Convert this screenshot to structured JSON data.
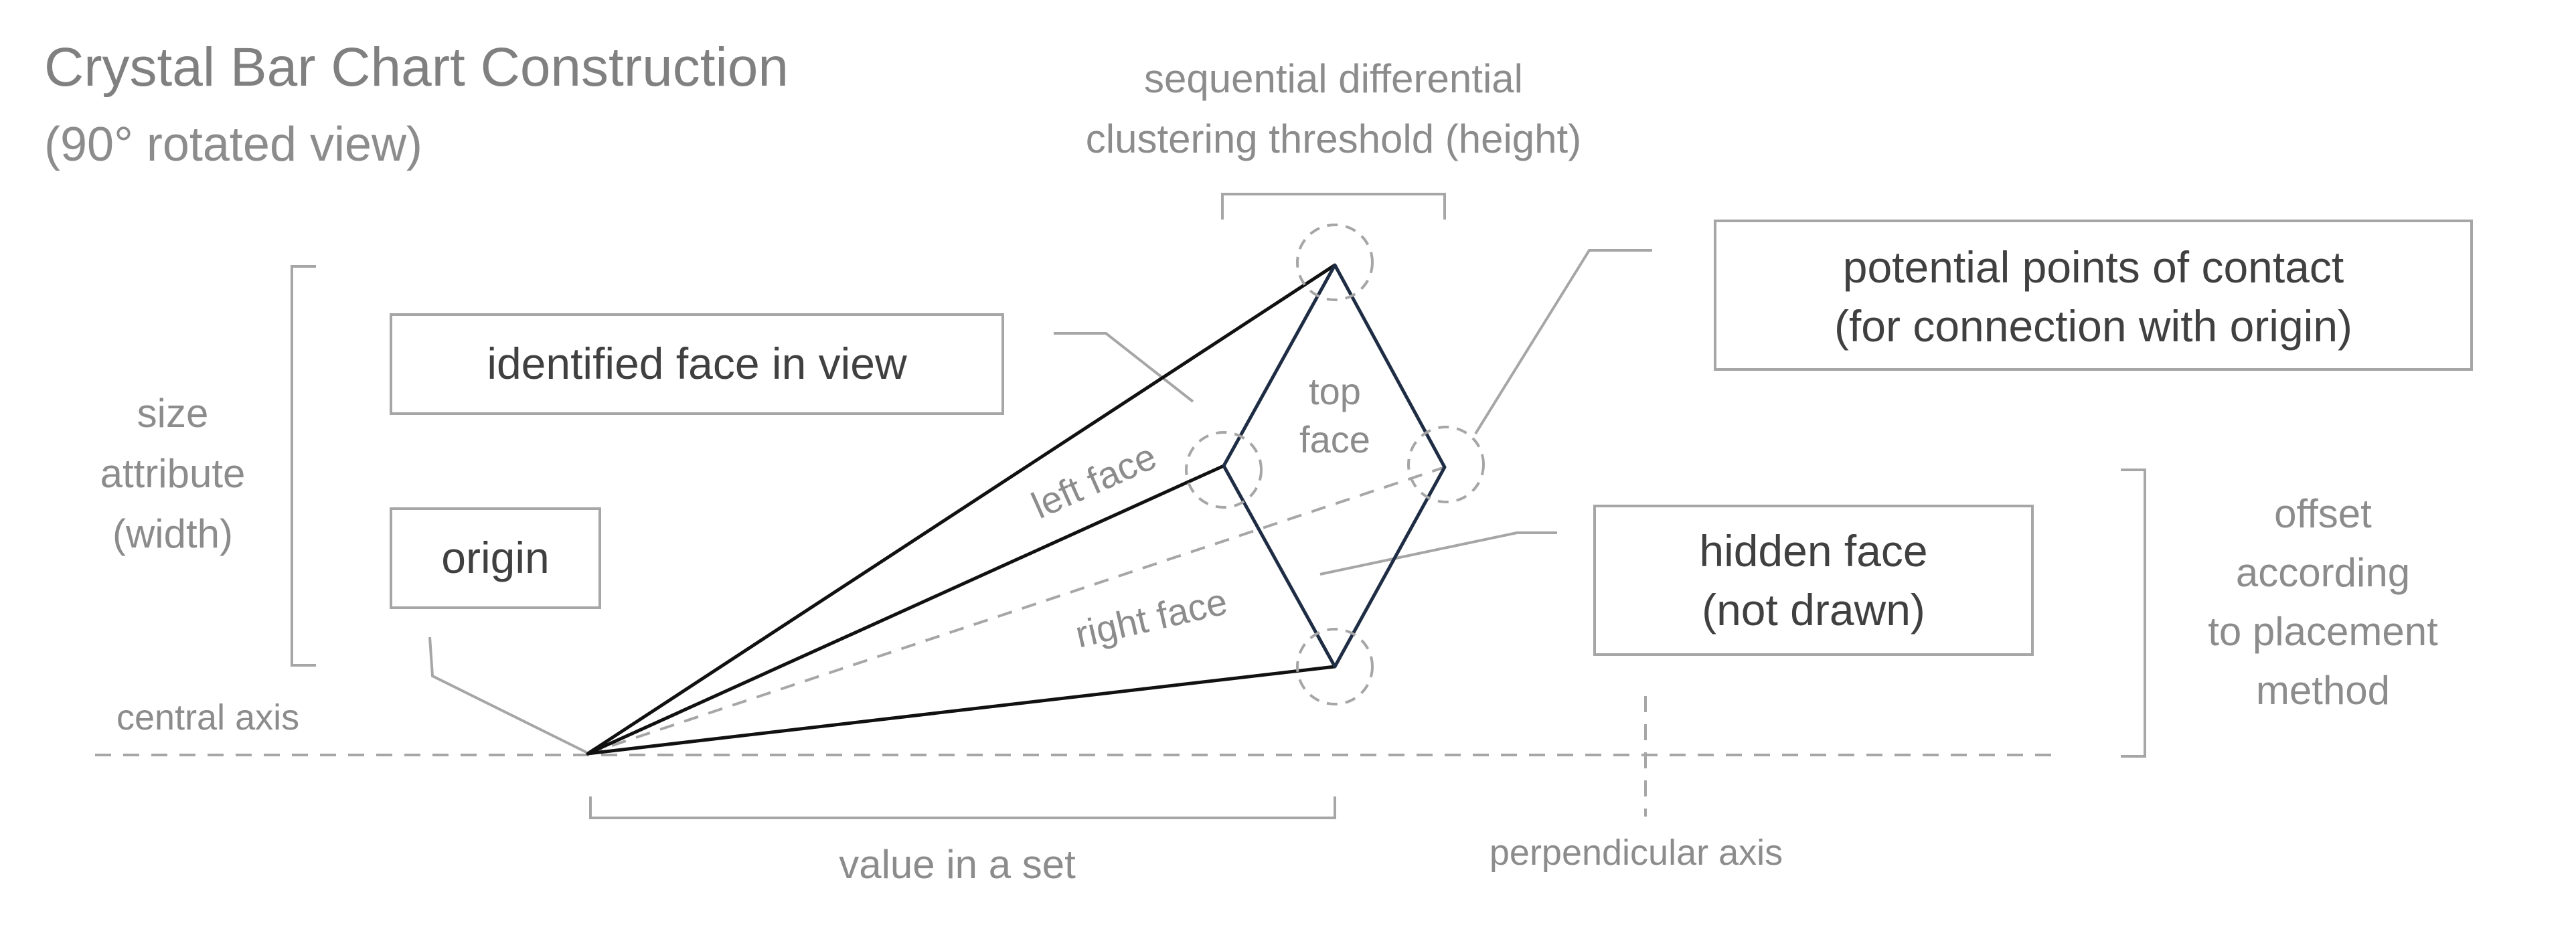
{
  "title": "Crystal Bar Chart Construction",
  "subtitle": "(90° rotated view)",
  "labels": {
    "threshold_line1": "sequential differential",
    "threshold_line2": "clustering threshold (height)",
    "size_line1": "size",
    "size_line2": "attribute",
    "size_line3": "(width)",
    "offset_line1": "offset",
    "offset_line2": "according",
    "offset_line3": "to placement",
    "offset_line4": "method",
    "central_axis": "central axis",
    "perpendicular_axis": "perpendicular axis",
    "value_in_set": "value in a set"
  },
  "faces": {
    "top_line1": "top",
    "top_line2": "face",
    "left": "left face",
    "right": "right face"
  },
  "boxes": {
    "identified_face": "identified face in view",
    "origin": "origin",
    "contact_line1": "potential points of contact",
    "contact_line2": "(for connection with origin)",
    "hidden_line1": "hidden face",
    "hidden_line2": "(not drawn)"
  }
}
